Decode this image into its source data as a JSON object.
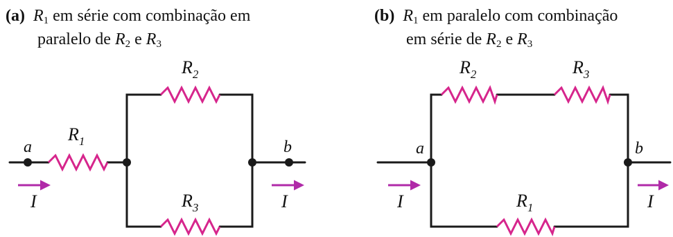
{
  "figure_a": {
    "tag": "(a)",
    "caption": {
      "r1_sym": "R",
      "r1_sub": "1",
      "line1_rest": " em série com combinação em",
      "line2_pre": "paralelo de ",
      "r2_sym": "R",
      "r2_sub": "2",
      "and": " e ",
      "r3_sym": "R",
      "r3_sub": "3"
    },
    "labels": {
      "R1": {
        "sym": "R",
        "sub": "1"
      },
      "R2": {
        "sym": "R",
        "sub": "2"
      },
      "R3": {
        "sym": "R",
        "sub": "3"
      },
      "node_a": "a",
      "node_b": "b",
      "current_in": "I",
      "current_out": "I"
    }
  },
  "figure_b": {
    "tag": "(b)",
    "caption": {
      "r1_sym": "R",
      "r1_sub": "1",
      "line1_rest": " em paralelo com combinação",
      "line2_pre": "em série de ",
      "r2_sym": "R",
      "r2_sub": "2",
      "and": " e ",
      "r3_sym": "R",
      "r3_sub": "3"
    },
    "labels": {
      "R1": {
        "sym": "R",
        "sub": "1"
      },
      "R2": {
        "sym": "R",
        "sub": "2"
      },
      "R3": {
        "sym": "R",
        "sub": "3"
      },
      "node_a": "a",
      "node_b": "b",
      "current_in": "I",
      "current_out": "I"
    }
  },
  "colors": {
    "wire": "#1a1a1a",
    "resistor": "#d6258c",
    "arrow": "#b02aa8"
  }
}
